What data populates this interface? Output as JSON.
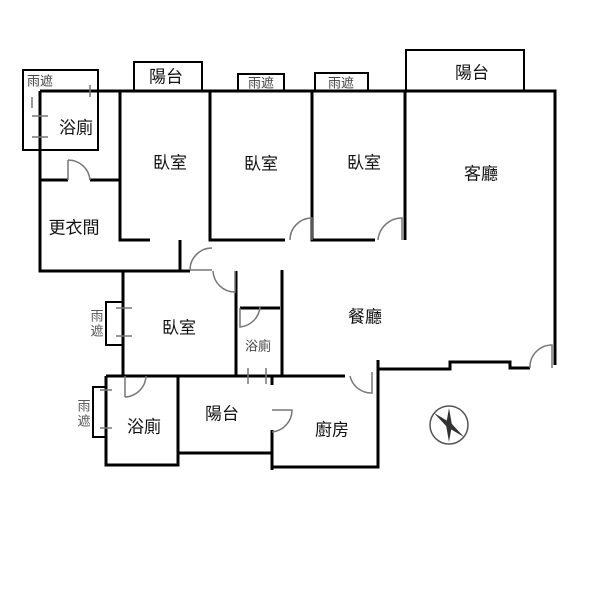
{
  "rooms": {
    "bath_top": "浴廁",
    "closet": "更衣間",
    "bed1": "臥室",
    "bed2": "臥室",
    "bed3": "臥室",
    "living": "客廳",
    "bed4": "臥室",
    "bath_small": "浴廁",
    "dining": "餐廳",
    "bath_bottom": "浴廁",
    "balcony_bottom": "陽台",
    "kitchen": "廚房"
  },
  "balconies": {
    "top_left": "陽台",
    "top_right": "陽台"
  },
  "rain_shelters": {
    "r1": "雨遮",
    "r2": "雨遮",
    "r3": "雨遮",
    "r4": "雨遮",
    "r5": "雨遮"
  },
  "colors": {
    "wall": "#000000",
    "door": "#777777"
  }
}
